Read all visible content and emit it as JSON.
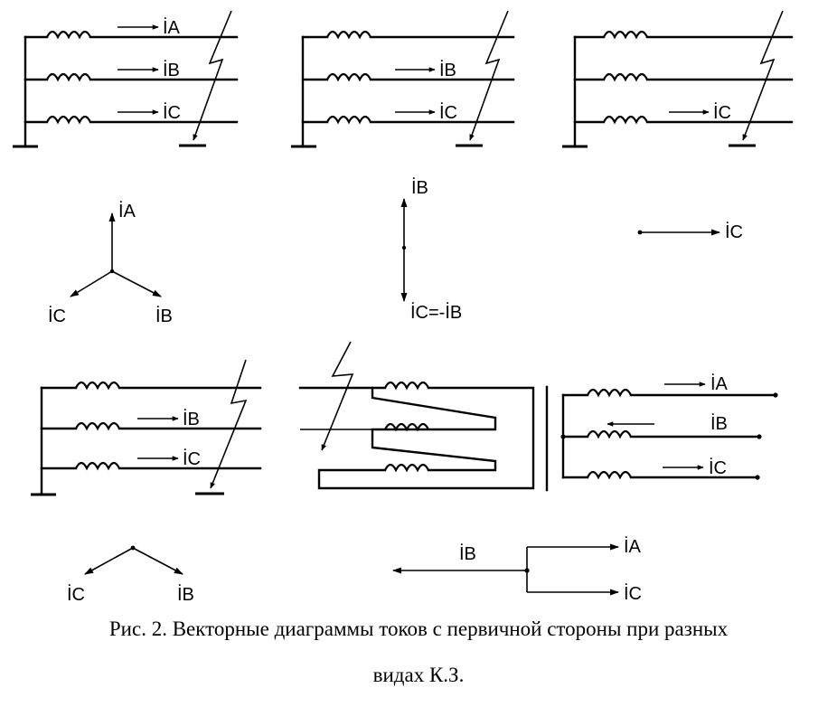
{
  "labels": {
    "IA": "İA",
    "IB": "İB",
    "IC": "İC",
    "IC_eq": "İC=-İB"
  },
  "caption": {
    "line1": "Рис. 2.  Векторные диаграммы токов с первичной стороны при разных",
    "line2": "видах К.З."
  }
}
